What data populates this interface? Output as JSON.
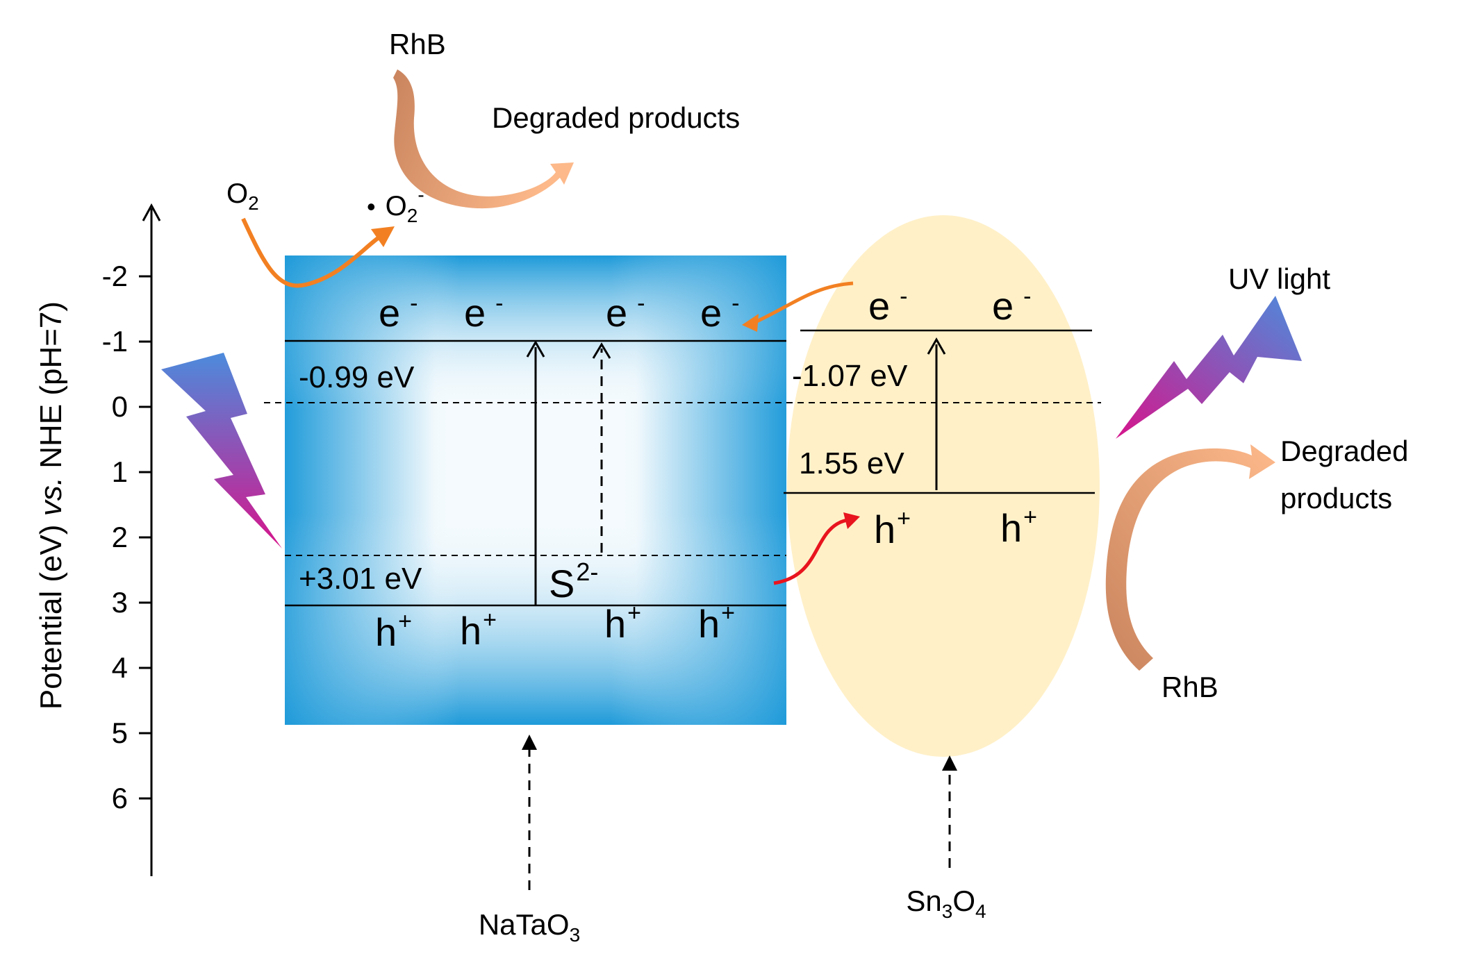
{
  "axis": {
    "label_pre": "Potential (eV) ",
    "label_italic": "vs.",
    "label_post": " NHE (pH=7)",
    "ticks": [
      "-2",
      "-1",
      "0",
      "1",
      "2",
      "3",
      "4",
      "5",
      "6"
    ]
  },
  "natao3": {
    "name_pre": "NaTaO",
    "name_sub": "3",
    "cb_label": "-0.99 eV",
    "vb_label": "+3.01 eV",
    "electron": "e",
    "electron_charge": "-",
    "hole": "h",
    "hole_charge": "+",
    "sulfide": "S",
    "sulfide_charge": "2-"
  },
  "sn3o4": {
    "name_a": "Sn",
    "name_sub_a": "3",
    "name_b": "O",
    "name_sub_b": "4",
    "cb_label": "-1.07 eV",
    "gap_label": "1.55 eV",
    "electron": "e",
    "electron_charge": "-",
    "hole": "h",
    "hole_charge": "+"
  },
  "reactions": {
    "o2": "O",
    "o2_sub": "2",
    "superoxide_dot": "•",
    "superoxide": "O",
    "superoxide_sub": "2",
    "superoxide_charge": "-",
    "rhb_top": "RhB",
    "degraded_top": "Degraded products",
    "rhb_right": "RhB",
    "degraded_right_1": "Degraded",
    "degraded_right_2": "products",
    "uv_light": "UV light"
  },
  "colors": {
    "natao3_fill": "#1E9AD9",
    "sn3o4_fill": "#FFF0C8",
    "orange_arrow": "#F28022",
    "red_arrow": "#E8141E",
    "curved_arrow_start": "#C9845E",
    "curved_arrow_end": "#FDB98A",
    "lightning_top": "#4C8BDC",
    "lightning_bottom": "#D6158C"
  }
}
